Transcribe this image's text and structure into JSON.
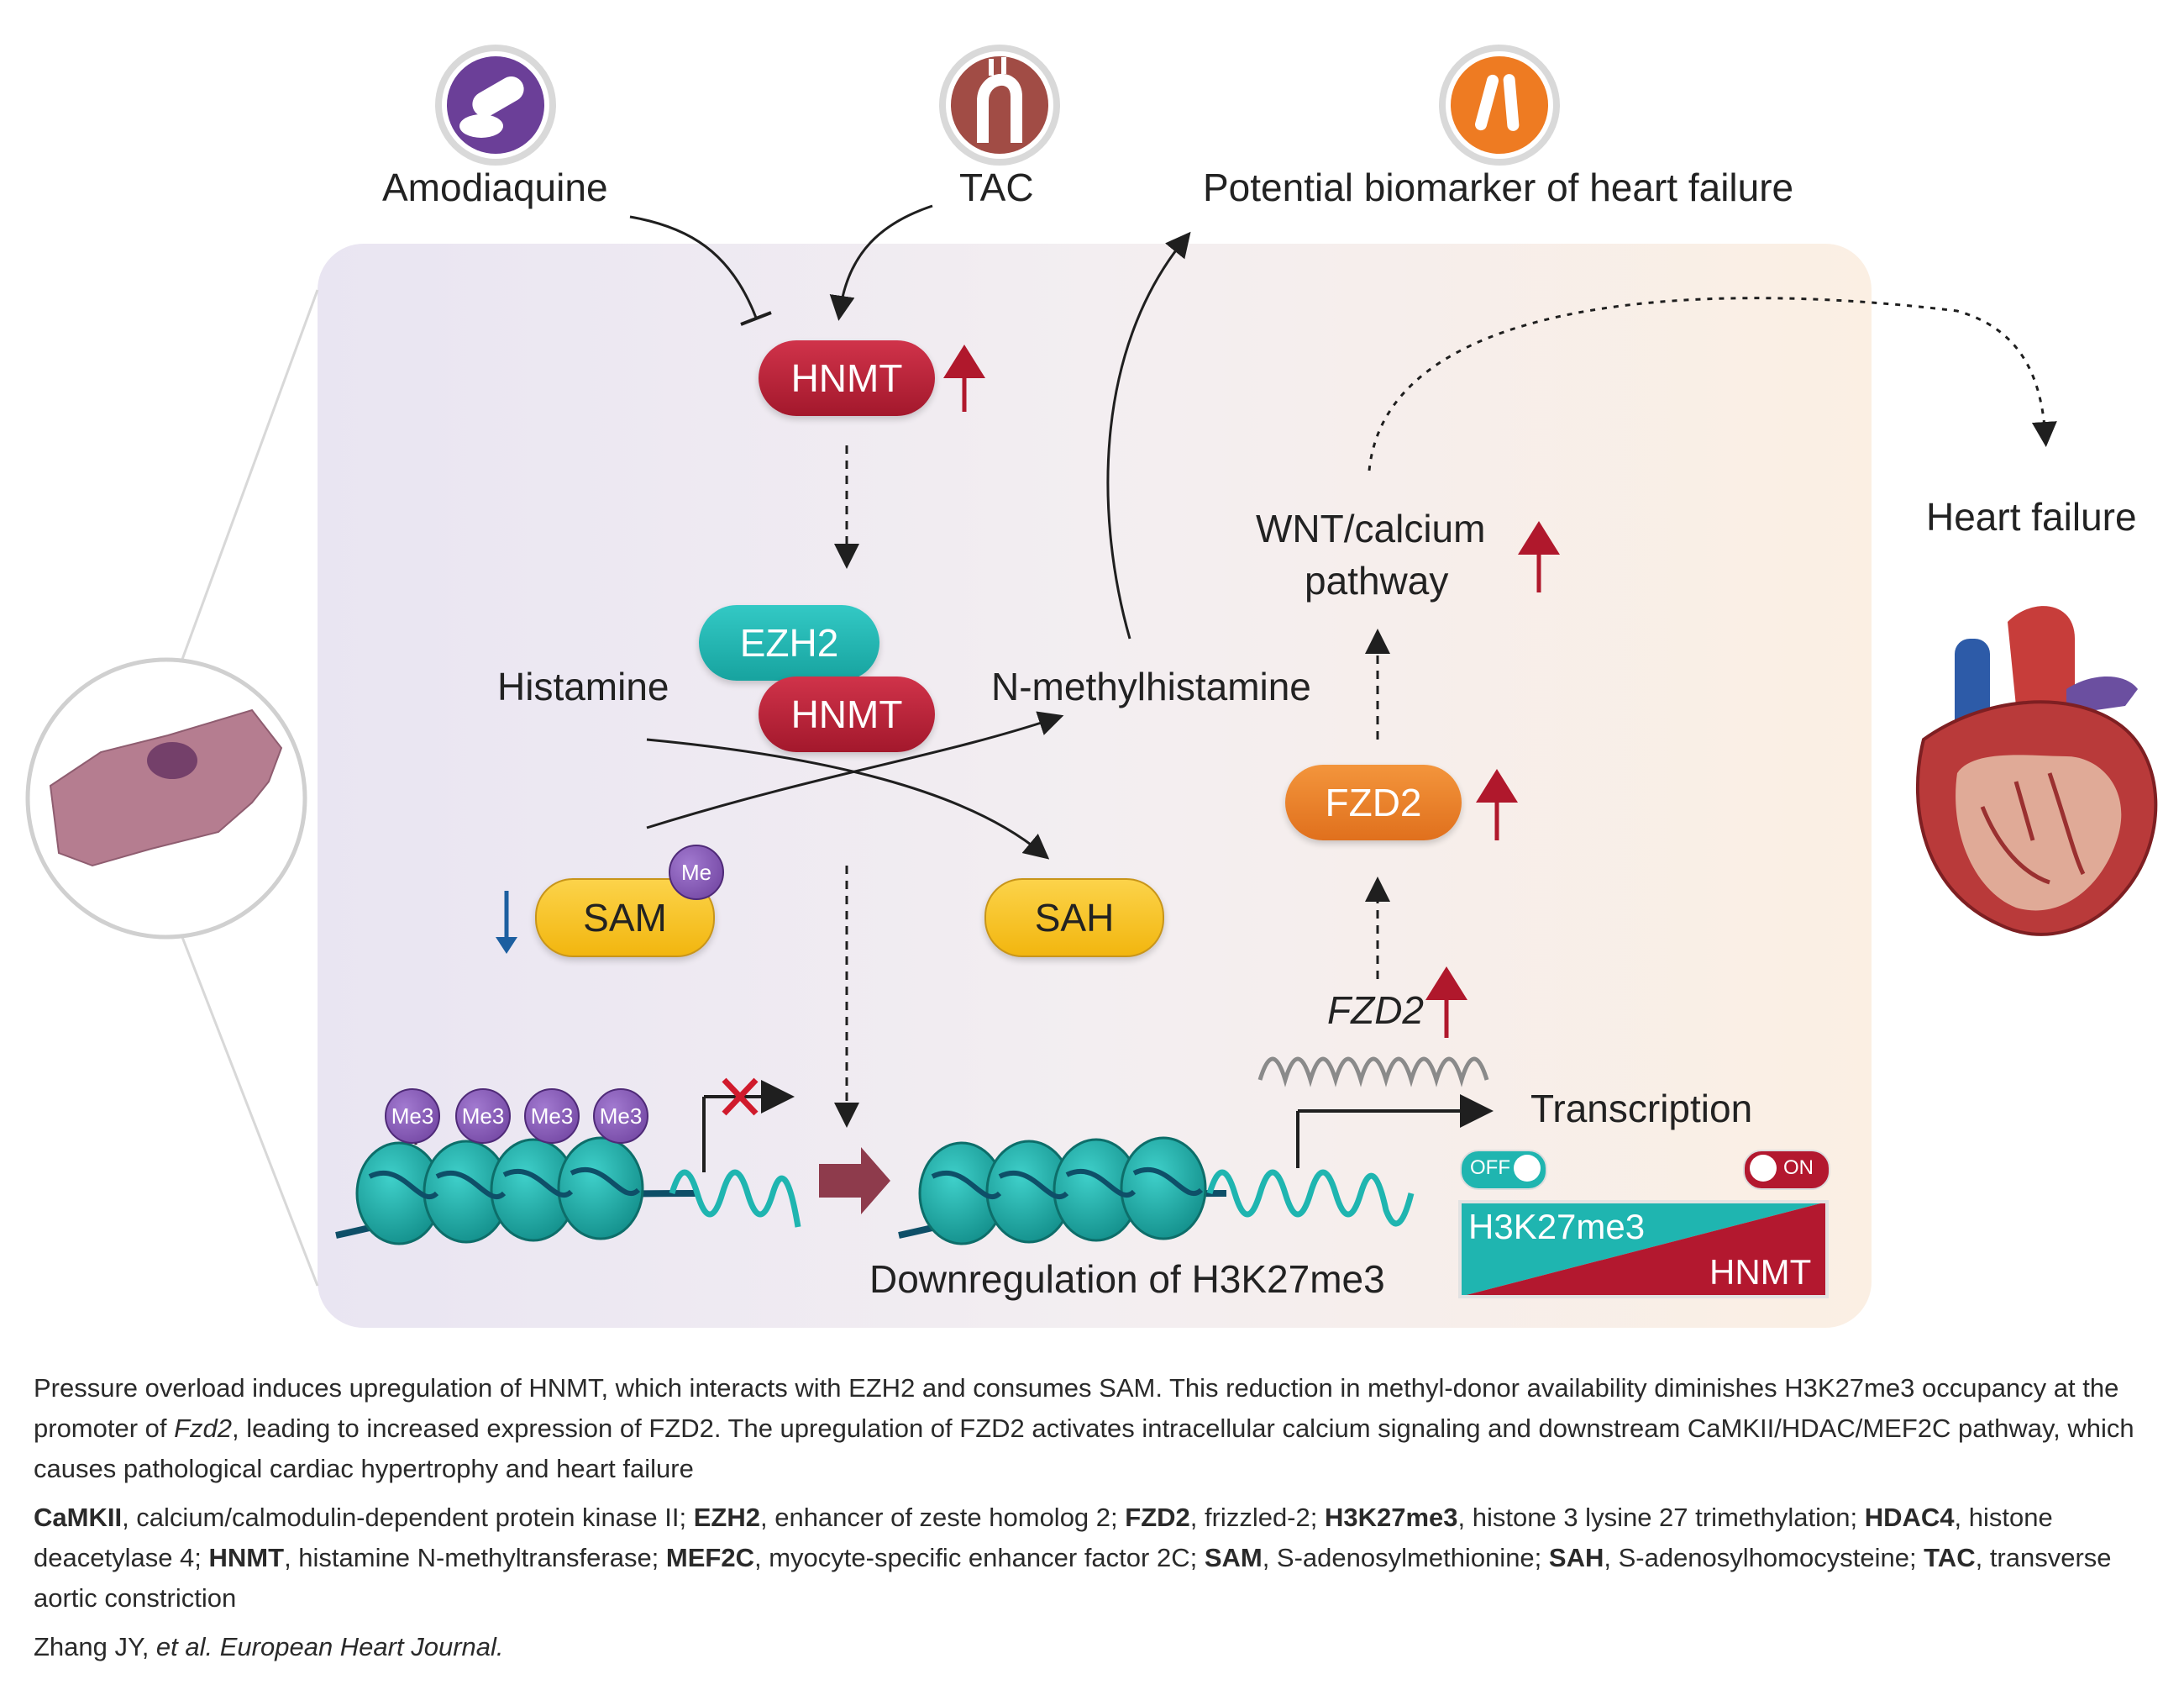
{
  "inputs": {
    "amodiaquine": "Amodiaquine",
    "tac": "TAC",
    "biomarker": "Potential biomarker of heart failure"
  },
  "panel": {
    "hnmt_top": "HNMT",
    "ezh2": "EZH2",
    "hnmt_complex": "HNMT",
    "histamine": "Histamine",
    "n_methylhistamine": "N-methylhistamine",
    "sam": "SAM",
    "me": "Me",
    "sah": "SAH",
    "me3": "Me3",
    "wnt_line1": "WNT/calcium",
    "wnt_line2": "pathway",
    "fzd2_protein": "FZD2",
    "fzd2_gene": "FZD2",
    "transcription": "Transcription",
    "downregulation": "Downregulation of H3K27me3",
    "toggle_off": "OFF",
    "toggle_on": "ON",
    "h3k27me3": "H3K27me3",
    "hnmt_wedge": "HNMT"
  },
  "outcome": {
    "heart_failure": "Heart failure"
  },
  "caption": {
    "summary_1": "Pressure overload induces upregulation of HNMT, which interacts with EZH2 and consumes SAM. This reduction in methyl-donor availability diminishes H3K27me3 occupancy at the promoter of ",
    "summary_gene": "Fzd2",
    "summary_2": ", leading to increased expression of FZD2. The upregulation of FZD2 activates intracellular calcium signaling and downstream CaMKII/HDAC/MEF2C pathway, which causes pathological cardiac hypertrophy and heart failure",
    "abbreviations": [
      {
        "term": "CaMKII",
        "def": ", calcium/calmodulin-dependent protein kinase II; "
      },
      {
        "term": "EZH2",
        "def": ", enhancer of zeste homolog 2; "
      },
      {
        "term": "FZD2",
        "def": ", frizzled-2; "
      },
      {
        "term": "H3K27me3",
        "def": ", histone 3 lysine 27 trimethylation; "
      },
      {
        "term": "HDAC4",
        "def": ", histone deacetylase 4; "
      },
      {
        "term": "HNMT",
        "def": ", histamine N-methyltransferase; "
      },
      {
        "term": "MEF2C",
        "def": ", myocyte-specific enhancer factor 2C; "
      },
      {
        "term": "SAM",
        "def": ", S-adenosylmethionine; "
      },
      {
        "term": "SAH",
        "def": ", S-adenosylhomocysteine; "
      },
      {
        "term": "TAC",
        "def": ", transverse aortic constriction"
      }
    ],
    "citation_author": "Zhang JY, ",
    "citation_etal": "et al. European Heart Journal."
  },
  "colors": {
    "up_arrow": "#b0182c",
    "down_arrow": "#1d5fa0",
    "teal": "#1fb5b0",
    "hnmt_red": "#b3182f"
  },
  "icons": [
    "pill-icon",
    "aorta-icon",
    "test-tubes-icon",
    "cardiomyocyte-icon",
    "heart-icon"
  ]
}
